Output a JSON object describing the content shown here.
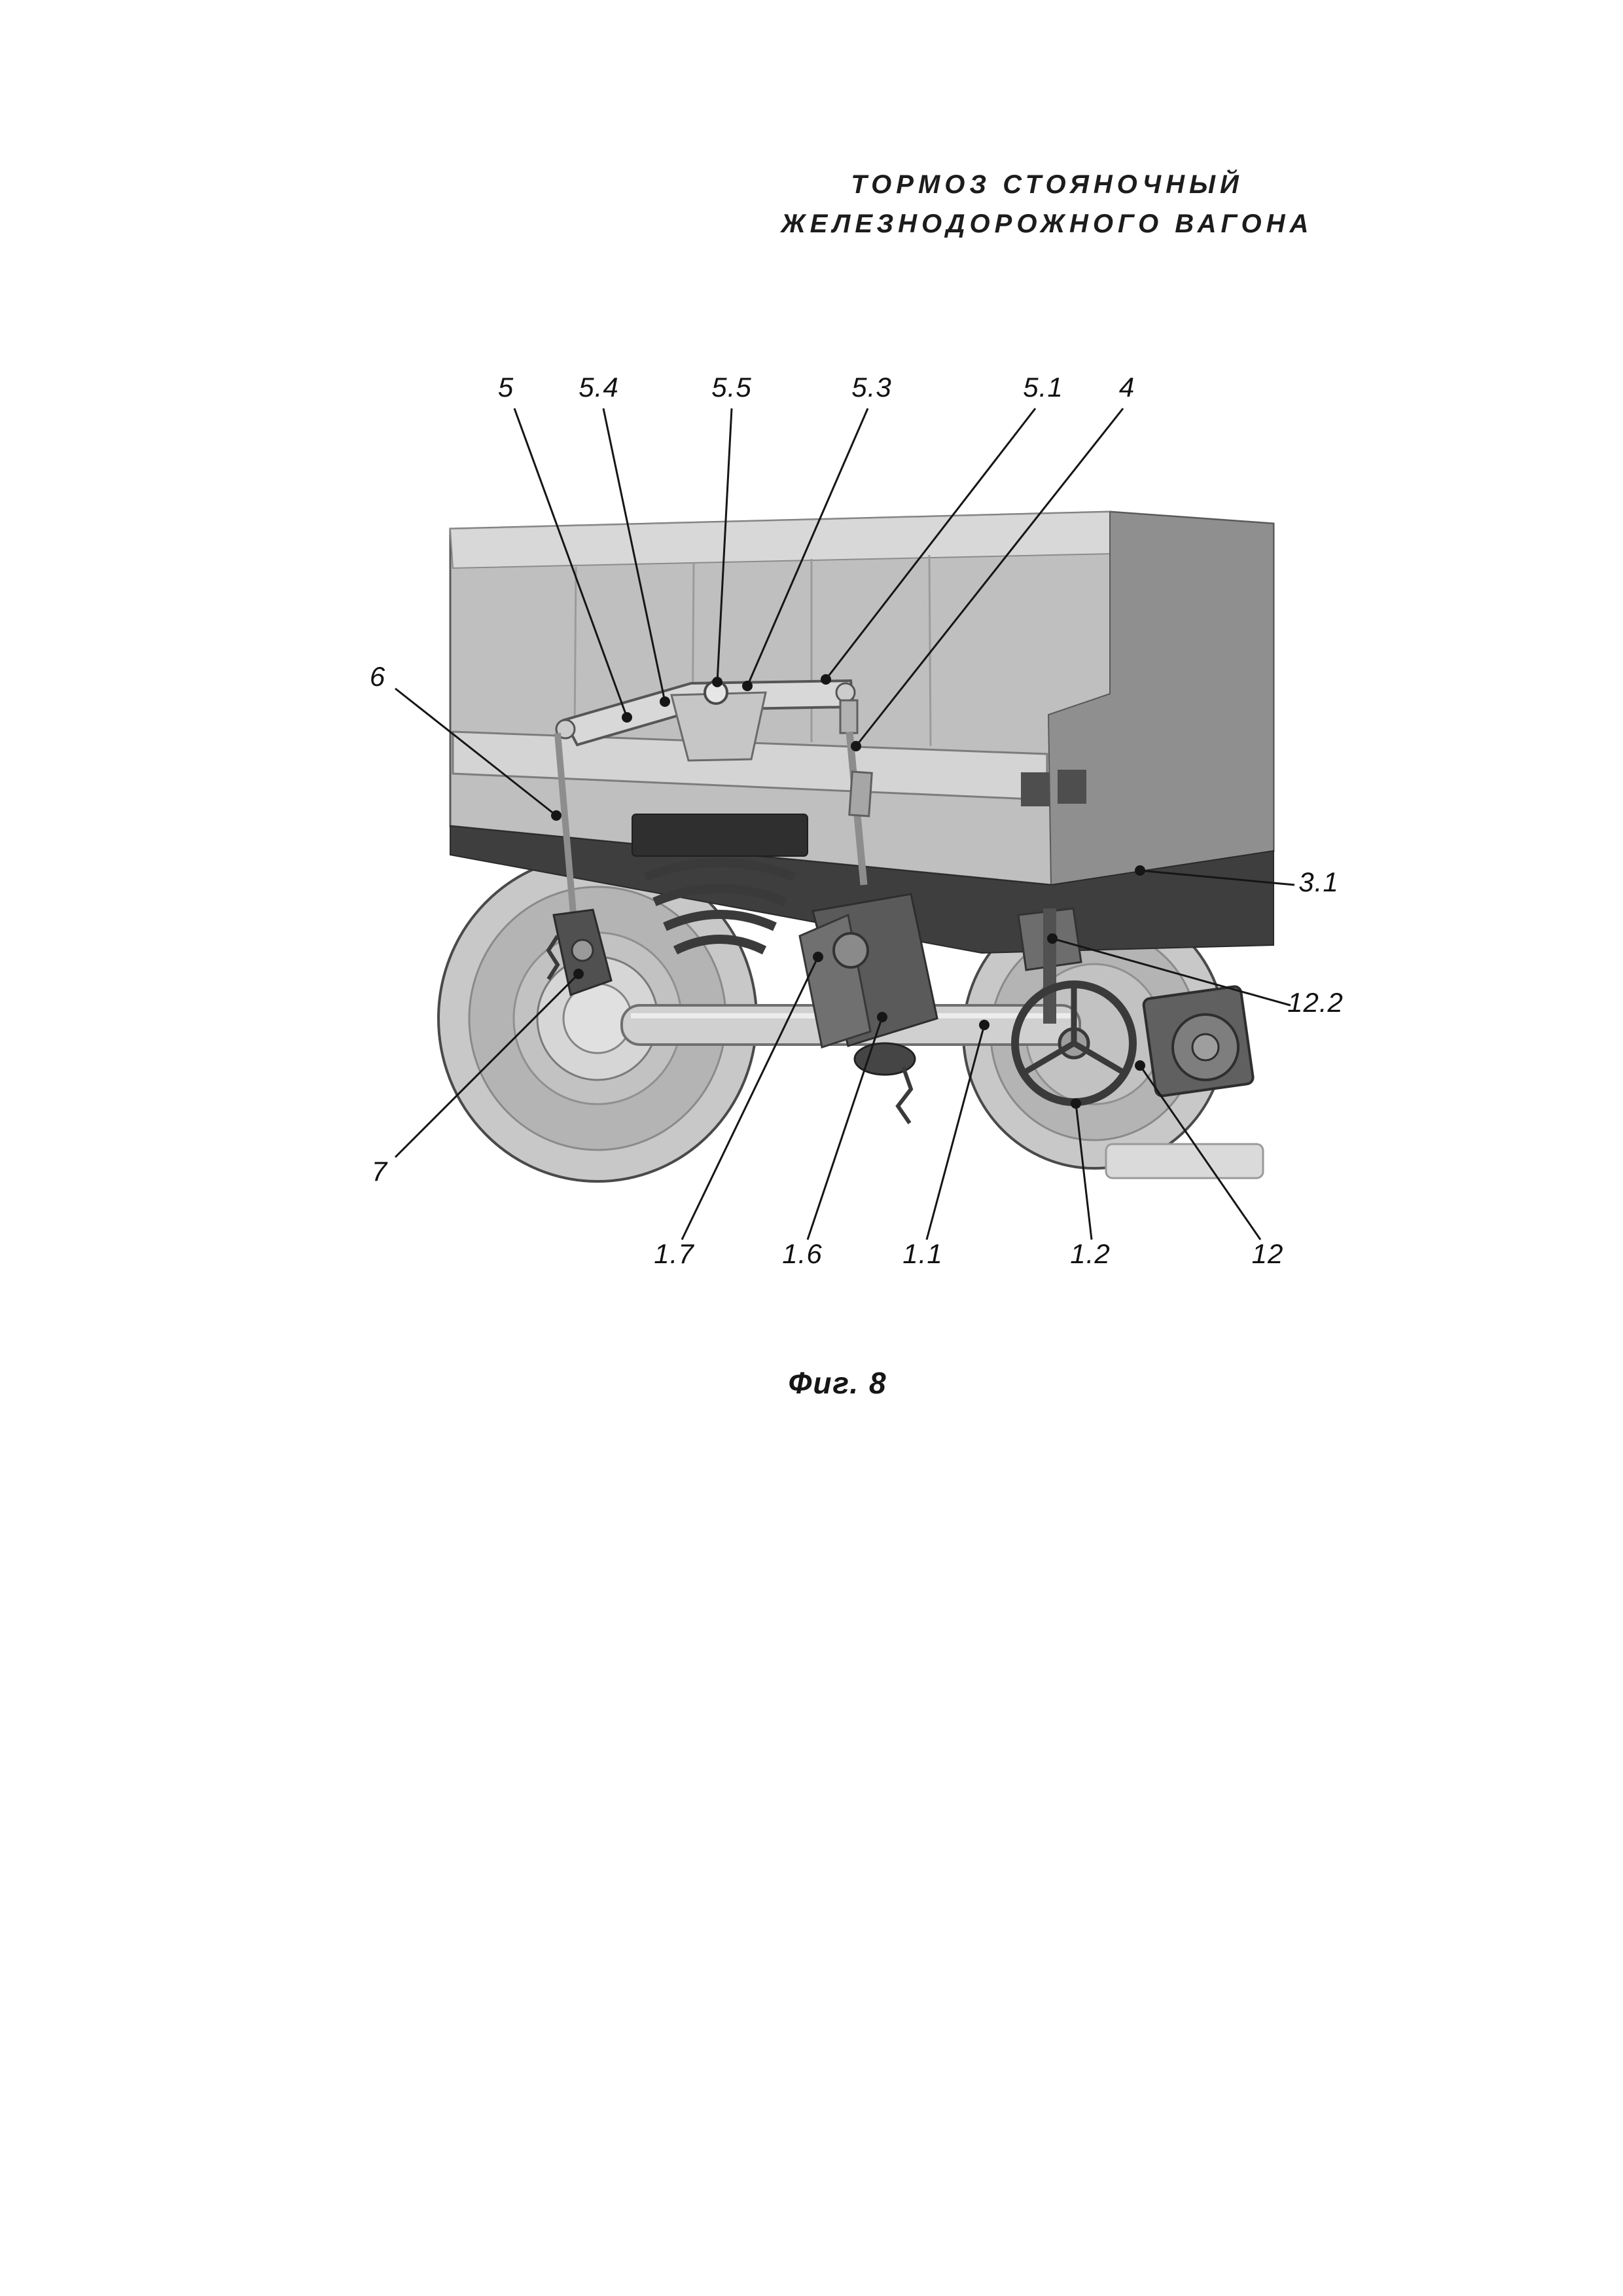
{
  "document": {
    "title_line1": "ТОРМОЗ СТОЯНОЧНЫЙ",
    "title_line2": "ЖЕЛЕЗНОДОРОЖНОГО ВАГОНА",
    "caption": "Фиг. 8"
  },
  "figure": {
    "labels": [
      "5",
      "5.4",
      "5.5",
      "5.3",
      "5.1",
      "4",
      "6",
      "3.1",
      "12.2",
      "7",
      "1.7",
      "1.6",
      "1.1",
      "1.2",
      "12"
    ]
  },
  "colors": {
    "ink": "#161616",
    "body_light": "#bfbfbf",
    "body_highlight": "#d8d8d8",
    "body_end_wall": "#8f8f8f",
    "underframe_dark": "#3e3e3e",
    "wheel_light": "#c8c8c8",
    "mechanism_dark": "#5a5a5a"
  }
}
